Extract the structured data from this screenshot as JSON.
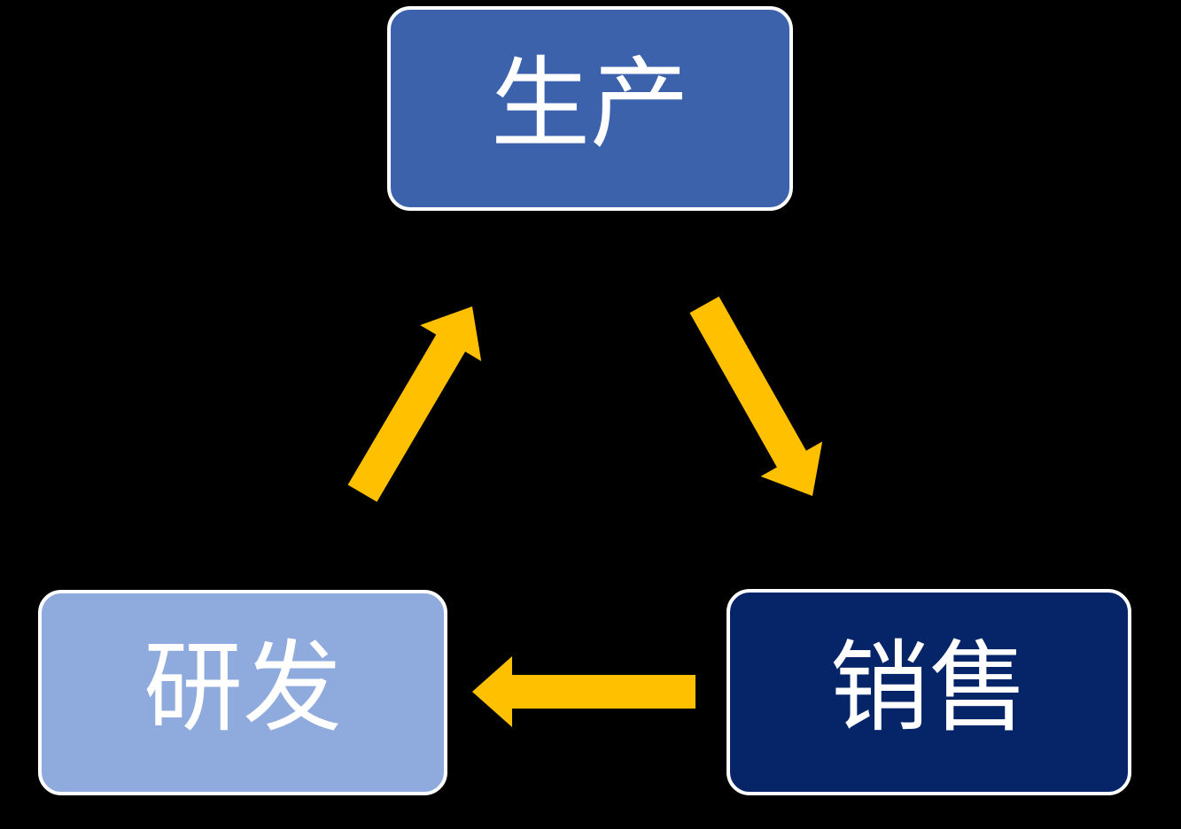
{
  "diagram": {
    "type": "cycle",
    "nodes": [
      {
        "id": "production",
        "label": "生产",
        "color": "#3B62AB",
        "position": "top-center"
      },
      {
        "id": "sales",
        "label": "销售",
        "color": "#062569",
        "position": "bottom-right"
      },
      {
        "id": "research",
        "label": "研发",
        "color": "#8FAADC",
        "position": "bottom-left"
      }
    ],
    "edges": [
      {
        "from": "production",
        "to": "sales",
        "direction": "down-right"
      },
      {
        "from": "sales",
        "to": "research",
        "direction": "left"
      },
      {
        "from": "research",
        "to": "production",
        "direction": "up-right"
      }
    ]
  },
  "colors": {
    "background": "#000000",
    "arrow": "#FFC000",
    "node-border": "#FFFFFF",
    "node-text": "#FFFFFF",
    "node-production": "#3B62AB",
    "node-sales": "#062569",
    "node-research": "#8FAADC"
  }
}
